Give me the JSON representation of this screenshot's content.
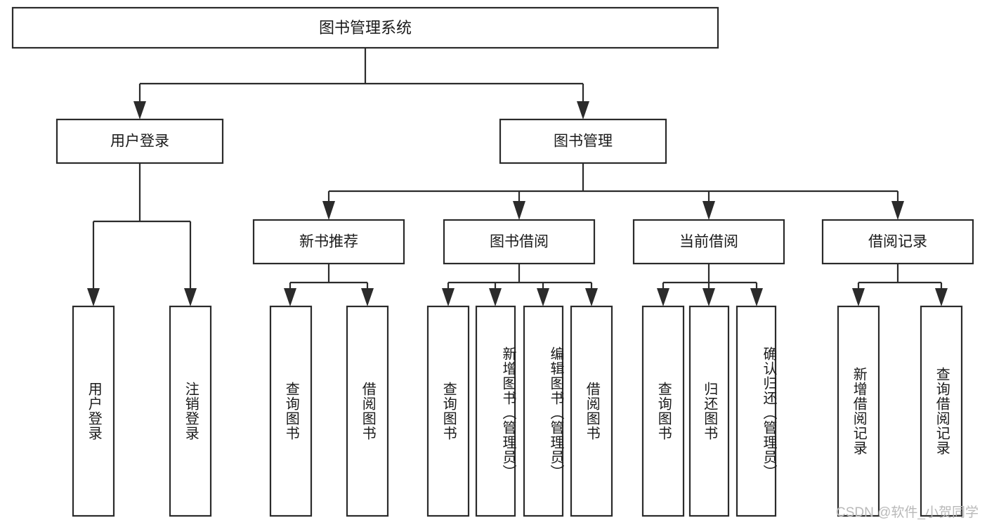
{
  "diagram": {
    "type": "tree",
    "title": "图书管理系统",
    "watermark": "CSDN @软件_小贺同学",
    "colors": {
      "stroke": "#2b2b2b",
      "fill": "#ffffff",
      "text": "#1a1a1a",
      "watermark": "#b9b9b9",
      "background": "#ffffff"
    },
    "root": {
      "label": "图书管理系统"
    },
    "level2": [
      {
        "label": "用户登录"
      },
      {
        "label": "图书管理"
      }
    ],
    "level3": [
      {
        "label": "新书推荐"
      },
      {
        "label": "图书借阅"
      },
      {
        "label": "当前借阅"
      },
      {
        "label": "借阅记录"
      }
    ],
    "leaves": {
      "user_login": [
        {
          "label": "用户登录"
        },
        {
          "label": "注销登录"
        }
      ],
      "new_book_recommend": [
        {
          "label": "查询图书"
        },
        {
          "label": "借阅图书"
        }
      ],
      "book_borrow": [
        {
          "label": "查询图书"
        },
        {
          "label": "新增图书（管理员）"
        },
        {
          "label": "编辑图书（管理员）"
        },
        {
          "label": "借阅图书"
        }
      ],
      "current_borrow": [
        {
          "label": "查询图书"
        },
        {
          "label": "归还图书"
        },
        {
          "label": "确认归还（管理员）"
        }
      ],
      "borrow_records": [
        {
          "label": "新增借阅记录"
        },
        {
          "label": "查询借阅记录"
        }
      ]
    }
  }
}
